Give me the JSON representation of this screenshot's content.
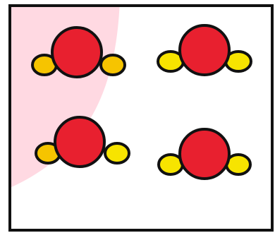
{
  "colors": {
    "background": "#ffffff",
    "frame": "#111111",
    "highlight": "#ffd5df",
    "molecule_center": "#e8202f",
    "molecule_side": "#f7e400",
    "outline": "#111111"
  },
  "molecules": [
    {
      "id": "top-left"
    },
    {
      "id": "top-right"
    },
    {
      "id": "bottom-left"
    },
    {
      "id": "bottom-right"
    }
  ]
}
